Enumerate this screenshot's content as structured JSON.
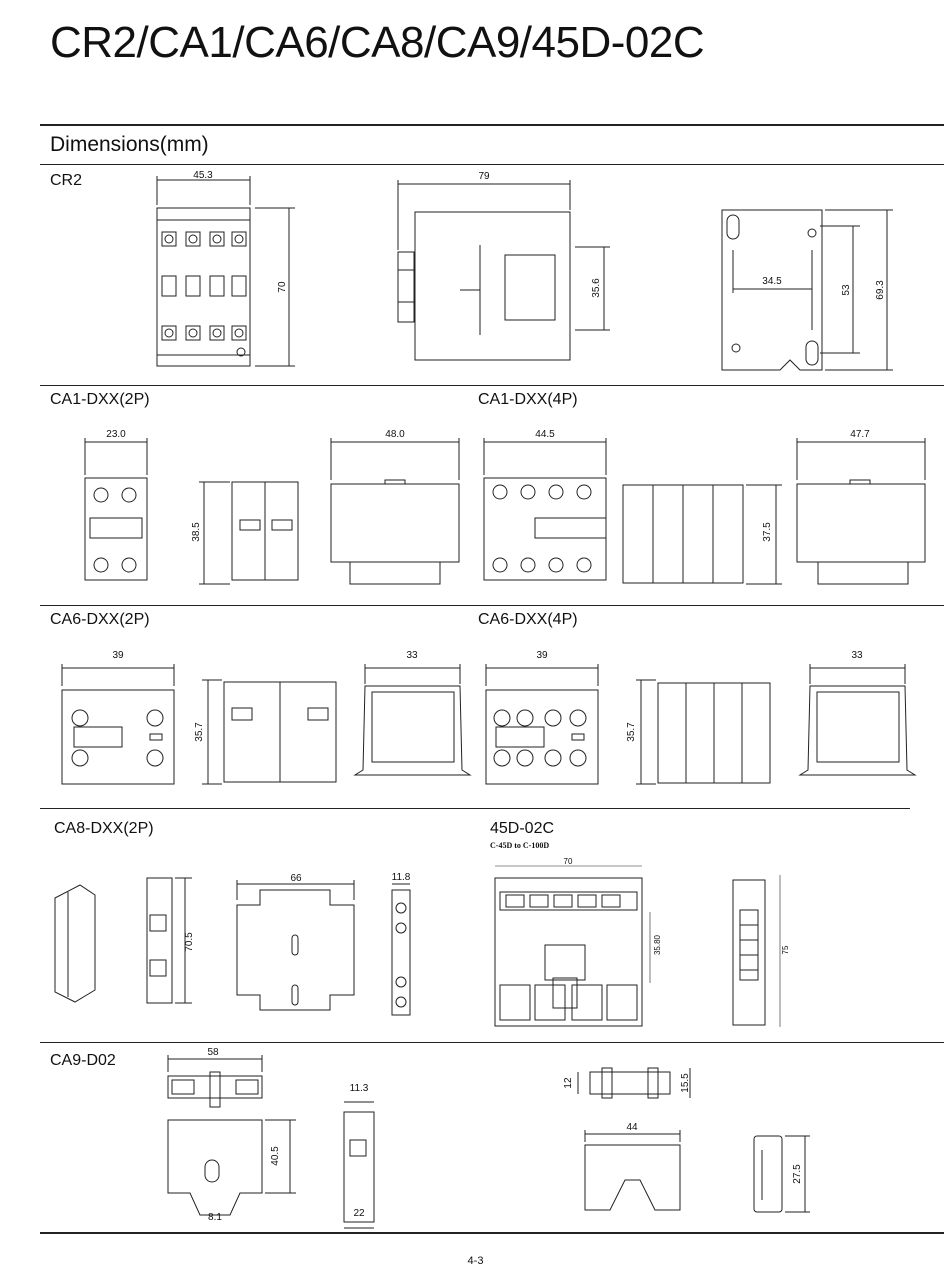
{
  "title": "CR2/CA1/CA6/CA8/CA9/45D-02C",
  "subtitle": "Dimensions(mm)",
  "sections": {
    "cr2": "CR2",
    "ca1_2p": "CA1-DXX(2P)",
    "ca1_4p": "CA1-DXX(4P)",
    "ca6_2p": "CA6-DXX(2P)",
    "ca6_4p": "CA6-DXX(4P)",
    "ca8_2p": "CA8-DXX(2P)",
    "d45": "45D-02C",
    "d45_sub": "C-45D to C-100D",
    "ca9": "CA9-D02"
  },
  "dims": {
    "cr2_w": "45.3",
    "cr2_h": "70",
    "cr2_side_w": "79",
    "cr2_side_h": "35.6",
    "cr2_mount_w": "34.5",
    "cr2_mount_h1": "53",
    "cr2_mount_h2": "69.3",
    "ca1_2p_w": "23.0",
    "ca1_2p_h": "38.5",
    "ca1_2p_side_w": "48.0",
    "ca1_4p_w": "44.5",
    "ca1_4p_h": "37.5",
    "ca1_4p_side_w": "47.7",
    "ca6_2p_w": "39",
    "ca6_2p_h": "35.7",
    "ca6_2p_side_w": "33",
    "ca6_4p_w": "39",
    "ca6_4p_h": "35.7",
    "ca6_4p_side_w": "33",
    "ca8_h": "70.5",
    "ca8_w": "66",
    "ca8_side_w": "11.8",
    "d45_w": "70",
    "d45_h": "35.80",
    "d45_side_h": "75",
    "ca9_w": "58",
    "ca9_h": "40.5",
    "ca9_tab": "8.1",
    "ca9_side_w": "11.3",
    "ca9_side_b": "22",
    "ca9_clip_h1": "12",
    "ca9_clip_h2": "15.5",
    "ca9_clip_w": "44",
    "ca9_clip_sh": "27.5"
  },
  "page_number": "4-3"
}
